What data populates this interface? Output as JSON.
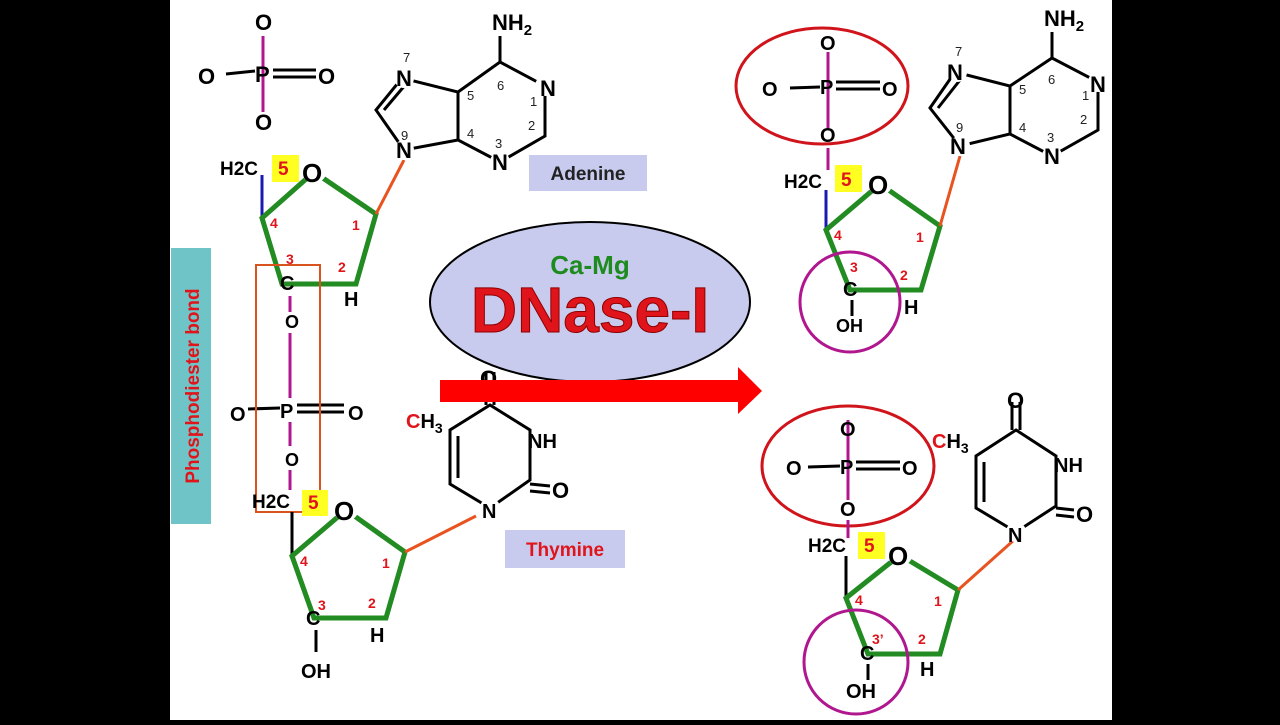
{
  "labels": {
    "phosphodiester": "Phosphodiester bond",
    "adenine": "Adenine",
    "thymine": "Thymine",
    "enzyme_cofactor": "Ca-Mg",
    "enzyme_name": "DNase-I",
    "five": "5",
    "four": "4",
    "three": "3",
    "three_prime": "3’",
    "two": "2",
    "one": "1"
  },
  "atoms": {
    "O": "O",
    "P": "P",
    "C": "C",
    "H": "H",
    "N": "N",
    "OH": "OH",
    "NH2": "NH",
    "NH2_sub": "2",
    "NH": "NH",
    "H2C": "H2C",
    "CH3_C": "C",
    "CH3_H": "H",
    "CH3_sub": "3"
  },
  "ring_numbers": {
    "n1": "1",
    "n2": "2",
    "n3": "3",
    "n4": "4",
    "n5": "5",
    "n6": "6",
    "n7": "7",
    "n9": "9"
  },
  "colors": {
    "background": "#ffffff",
    "sugar_ring": "#228b22",
    "phosphate_bond": "#b0178f",
    "glycosidic_bond": "#e8531f",
    "c4_c5_bond": "#1a1ab0",
    "highlight_box": "#ffff22",
    "label_box": "#c8cbee",
    "side_label_box": "#6fc4c7",
    "side_label_text": "#e0141b",
    "enzyme_ellipse": "#c8cbee",
    "enzyme_name": "#e0141b",
    "cofactor": "#1e8b1e",
    "arrow": "#ff0000",
    "circle_phosphate": "#d0141b",
    "circle_oh": "#b0178f",
    "bracket": "#d9531f"
  }
}
